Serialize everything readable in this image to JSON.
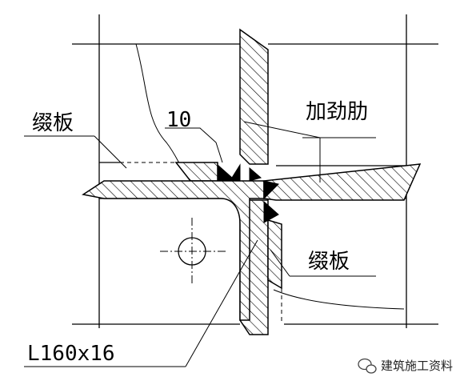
{
  "labels": {
    "cover_plate_left": "缀板",
    "stiffener": "加劲肋",
    "weld_size": "10",
    "cover_plate_right": "缀板",
    "angle_section": "L160x16"
  },
  "watermark": {
    "text": "建筑施工资料"
  },
  "colors": {
    "line": "#000000",
    "background": "#ffffff"
  }
}
